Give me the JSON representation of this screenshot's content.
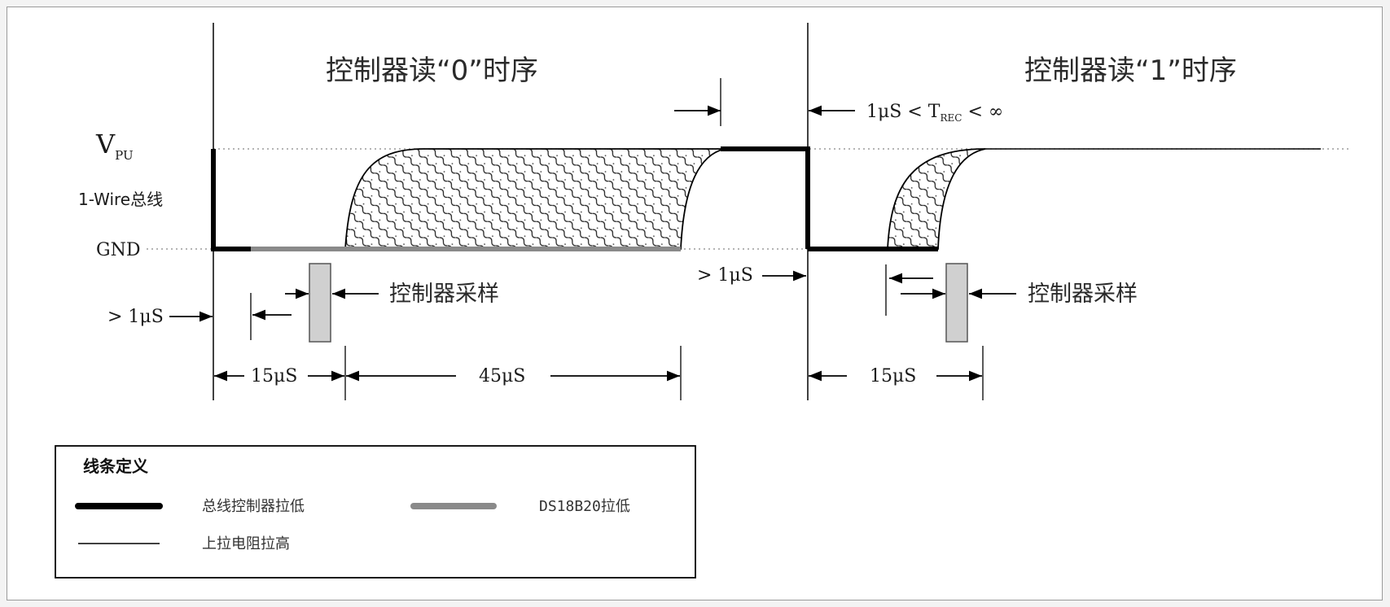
{
  "diagram": {
    "title_read0": "控制器读“0”时序",
    "title_read1": "控制器读“1”时序",
    "level_vpu": "V",
    "level_vpu_sub": "PU",
    "bus_label": "1-Wire总线",
    "level_gnd": "GND",
    "trec_prefix": "1μS < T",
    "trec_sub": "REC",
    "trec_suffix": " < ∞",
    "gt1us_left": "> 1μS",
    "gt1us_mid": "> 1μS",
    "sample_label_left": "控制器采样",
    "sample_label_right": "控制器采样",
    "dim_15us_left": "15μS",
    "dim_45us": "45μS",
    "dim_15us_right": "15μS"
  },
  "legend": {
    "title": "线条定义",
    "master_low": "总线控制器拉低",
    "ds18b20_low": "DS18B20拉低",
    "pullup_high": "上拉电阻拉高"
  },
  "colors": {
    "master_line": "#000000",
    "slave_line": "#8a8a8a",
    "pullup_line": "#000000",
    "sample_box": "#d0d0d0"
  }
}
